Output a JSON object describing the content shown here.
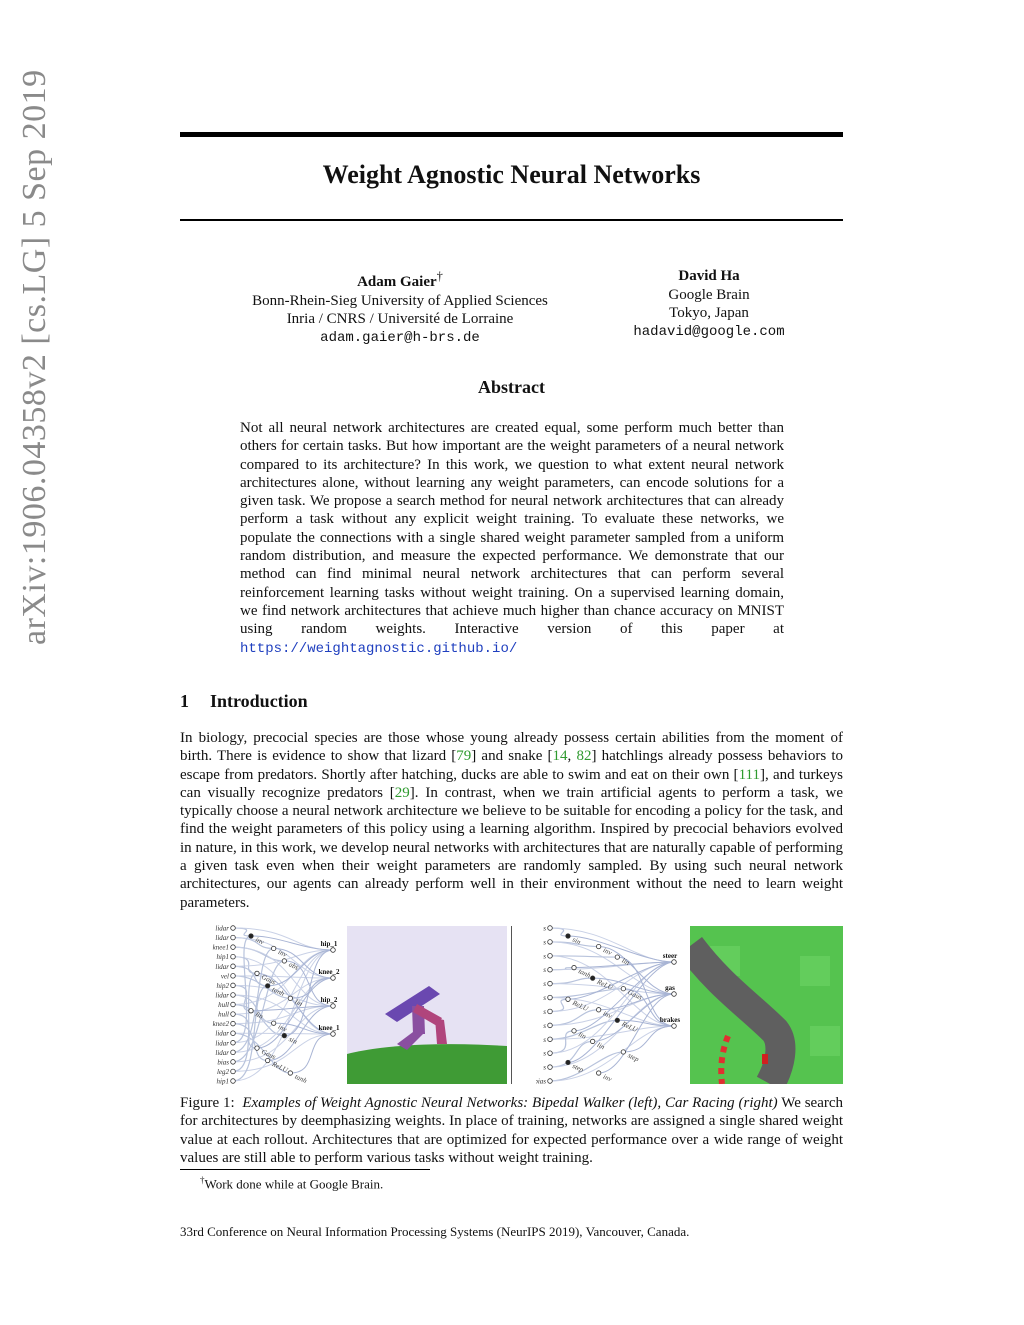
{
  "sidebar": {
    "arxiv_id": "arXiv:1906.04358v2  [cs.LG]  5 Sep 2019"
  },
  "paper": {
    "title": "Weight Agnostic Neural Networks",
    "authors": [
      {
        "name": "Adam Gaier",
        "mark": "†",
        "affil1": "Bonn-Rhein-Sieg University of Applied Sciences",
        "affil2": "Inria / CNRS / Université de Lorraine",
        "email": "adam.gaier@h-brs.de"
      },
      {
        "name": "David Ha",
        "mark": "",
        "affil1": "Google Brain",
        "affil2": "Tokyo, Japan",
        "email": "hadavid@google.com"
      }
    ]
  },
  "abstract": {
    "heading": "Abstract",
    "text": "Not all neural network architectures are created equal, some perform much better than others for certain tasks. But how important are the weight parameters of a neural network compared to its architecture? In this work, we question to what extent neural network architectures alone, without learning any weight parameters, can encode solutions for a given task. We propose a search method for neural network architectures that can already perform a task without any explicit weight training. To evaluate these networks, we populate the connections with a single shared weight parameter sampled from a uniform random distribution, and measure the expected performance. We demonstrate that our method can find minimal neural network architectures that can perform several reinforcement learning tasks without weight training. On a supervised learning domain, we find network architectures that achieve much higher than chance accuracy on MNIST using random weights. Interactive version of this paper at",
    "link": "https://weightagnostic.github.io/"
  },
  "intro": {
    "num": "1",
    "heading": "Introduction",
    "p1": "In biology, precocial species are those whose young already possess certain abilities from the moment of birth. There is evidence to show that lizard [",
    "c79": "79",
    "p2": "] and snake [",
    "c14": "14",
    "sep": ", ",
    "c82": "82",
    "p3": "] hatchlings already possess behaviors to escape from predators. Shortly after hatching, ducks are able to swim and eat on their own [",
    "c111": "111",
    "p4": "], and turkeys can visually recognize predators [",
    "c29": "29",
    "p5": "]. In contrast, when we train artificial agents to perform a task, we typically choose a neural network architecture we believe to be suitable for encoding a policy for the task, and find the weight parameters of this policy using a learning algorithm. Inspired by precocial behaviors evolved in nature, in this work, we develop neural networks with architectures that are naturally capable of performing a given task even when their weight parameters are randomly sampled. By using such neural network architectures, our agents can already perform well in their environment without the need to learn weight parameters."
  },
  "figure": {
    "left_net": {
      "inputs": [
        "lidar",
        "lidar",
        "knee1",
        "hip1",
        "lidar",
        "vel",
        "hip2",
        "lidar",
        "hull",
        "hull",
        "knee2",
        "lidar",
        "lidar",
        "lidar",
        "bias",
        "leg2",
        "hip1"
      ],
      "hidden": [
        "inv",
        "inv",
        "abs",
        "Gaus",
        "tanh",
        "lin",
        "lin",
        "inv",
        "sin",
        "Gaus",
        "ReLU",
        "tanh"
      ],
      "outputs": [
        "hip_1",
        "knee_2",
        "hip_2",
        "knee_1"
      ]
    },
    "right_net": {
      "inputs": [
        "s",
        "s",
        "s",
        "s",
        "s",
        "s",
        "s",
        "s",
        "s",
        "s",
        "s",
        "bias"
      ],
      "hidden": [
        "sin",
        "inv",
        "lin",
        "tanh",
        "ReLU",
        "Gaus",
        "ReLU",
        "inv",
        "ReLU",
        "lin",
        "lin",
        "step",
        "step",
        "inv"
      ],
      "outputs": [
        "steer",
        "gas",
        "brakes"
      ]
    },
    "colors": {
      "walker_body": "#6a48b0",
      "walker_legs": "#b0457c",
      "sky": "#e6e2f3",
      "ground": "#3f9b35",
      "track_grass": "#4fbd4c",
      "road": "#5f5f5f"
    }
  },
  "caption": {
    "label": "Figure 1:",
    "title": "Examples of Weight Agnostic Neural Networks: Bipedal Walker (left), Car Racing (right)",
    "text": "We search for architectures by deemphasizing weights. In place of training, networks are assigned a single shared weight value at each rollout. Architectures that are optimized for expected performance over a wide range of weight values are still able to perform various tasks without weight training."
  },
  "footnote": {
    "mark": "†",
    "text": "Work done while at Google Brain."
  },
  "conference": "33rd Conference on Neural Information Processing Systems (NeurIPS 2019), Vancouver, Canada."
}
